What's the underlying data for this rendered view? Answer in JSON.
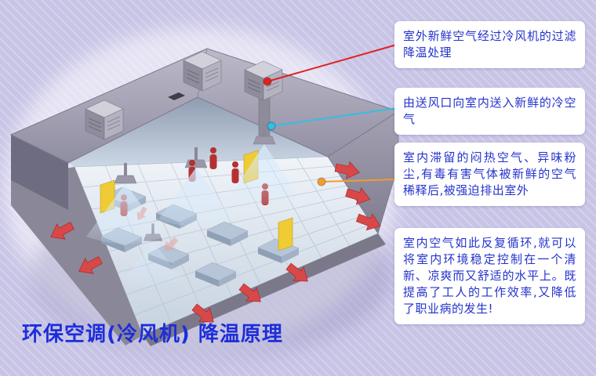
{
  "page": {
    "title": "环保空调(冷风机) 降温原理"
  },
  "colors": {
    "background": "#c8c4e6",
    "callout_background": "#ffffff",
    "callout_text": "#2433cc",
    "title_text": "#1d2ed9"
  },
  "callouts": [
    {
      "text": "室外新鲜空气经过冷风机的过滤降温处理",
      "connector_color": "#e02222"
    },
    {
      "text": "由送风口向室内送入新鲜的冷空气",
      "connector_color": "#35bde4"
    },
    {
      "text": "室内滞留的闷热空气、异味粉尘,有毒有害气体被新鲜的空气稀释后,被强迫排出室外",
      "connector_color": "#f59a2e"
    },
    {
      "text": "室内空气如此反复循环,就可以将室内环境稳定控制在一个清新、凉爽而又舒适的水平上。既提高了工人的工作效率,又降低了职业病的发生!",
      "connector_color": ""
    }
  ],
  "illustration": {
    "name": "factory-evaporative-cooling-cutaway",
    "parts": [
      "rooftop-cooling-unit",
      "roof",
      "supply-air-duct",
      "ceiling-air-diffuser",
      "cool-air-cone",
      "factory-floor",
      "worker-figure",
      "workbench",
      "machine-cabinet",
      "exhaust-airflow-arrow",
      "right-wall",
      "front-wall"
    ]
  }
}
